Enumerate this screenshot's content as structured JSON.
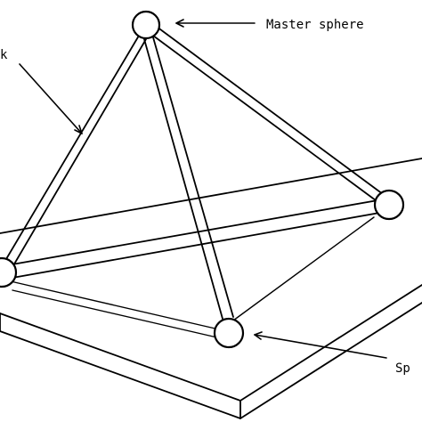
{
  "labels": {
    "master_sphere": "Master sphere",
    "left_partial": "k",
    "bottom_partial": "Sp"
  }
}
